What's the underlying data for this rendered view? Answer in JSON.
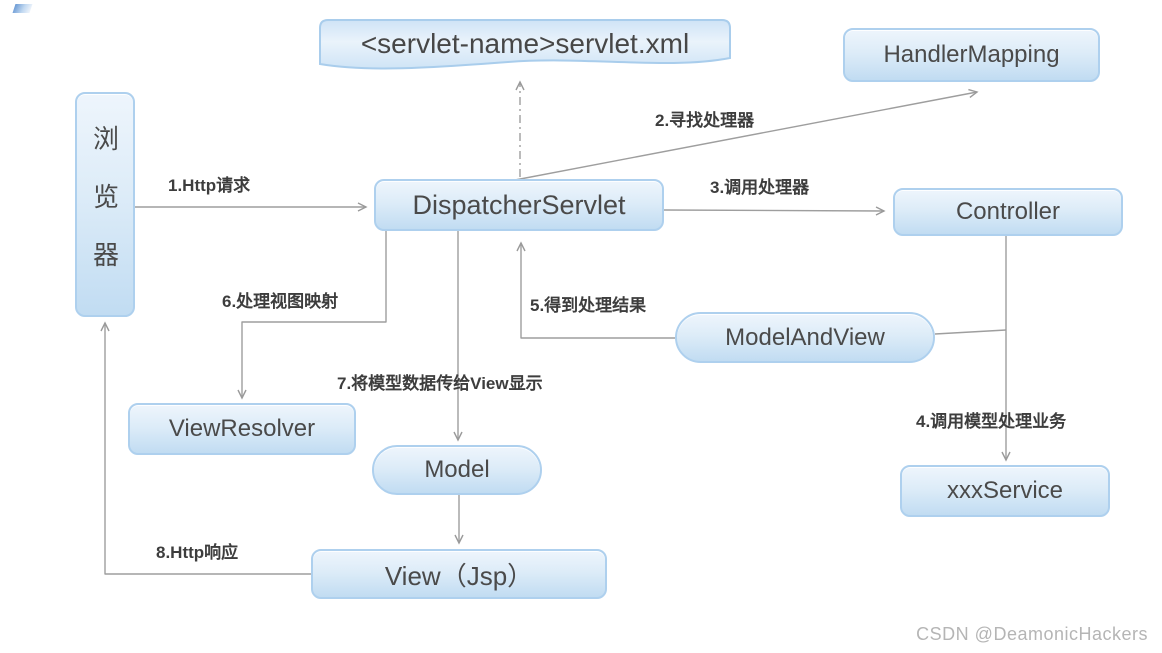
{
  "nodes": {
    "servlet_xml": "<servlet-name>servlet.xml",
    "handler_mapping": "HandlerMapping",
    "browser": "浏览器",
    "dispatcher_servlet": "DispatcherServlet",
    "controller": "Controller",
    "model_and_view": "ModelAndView",
    "view_resolver": "ViewResolver",
    "model": "Model",
    "xxx_service": "xxxService",
    "view_jsp": "View（Jsp）"
  },
  "edge_labels": {
    "step1": "1.Http请求",
    "step2": "2.寻找处理器",
    "step3": "3.调用处理器",
    "step4": "4.调用模型处理业务",
    "step5": "5.得到处理结果",
    "step6": "6.处理视图映射",
    "step7": "7.将模型数据传给View显示",
    "step8": "8.Http响应"
  },
  "watermark": "CSDN @DeamonicHackers",
  "colors": {
    "node_fill_top": "#eef5fc",
    "node_fill_bottom": "#c1dcf2",
    "node_border": "#aed0ee",
    "node_text": "#4a4a4a",
    "connector": "#9e9e9e",
    "edge_label_text": "#3d3d3d",
    "watermark_text": "#b5b5b5"
  }
}
